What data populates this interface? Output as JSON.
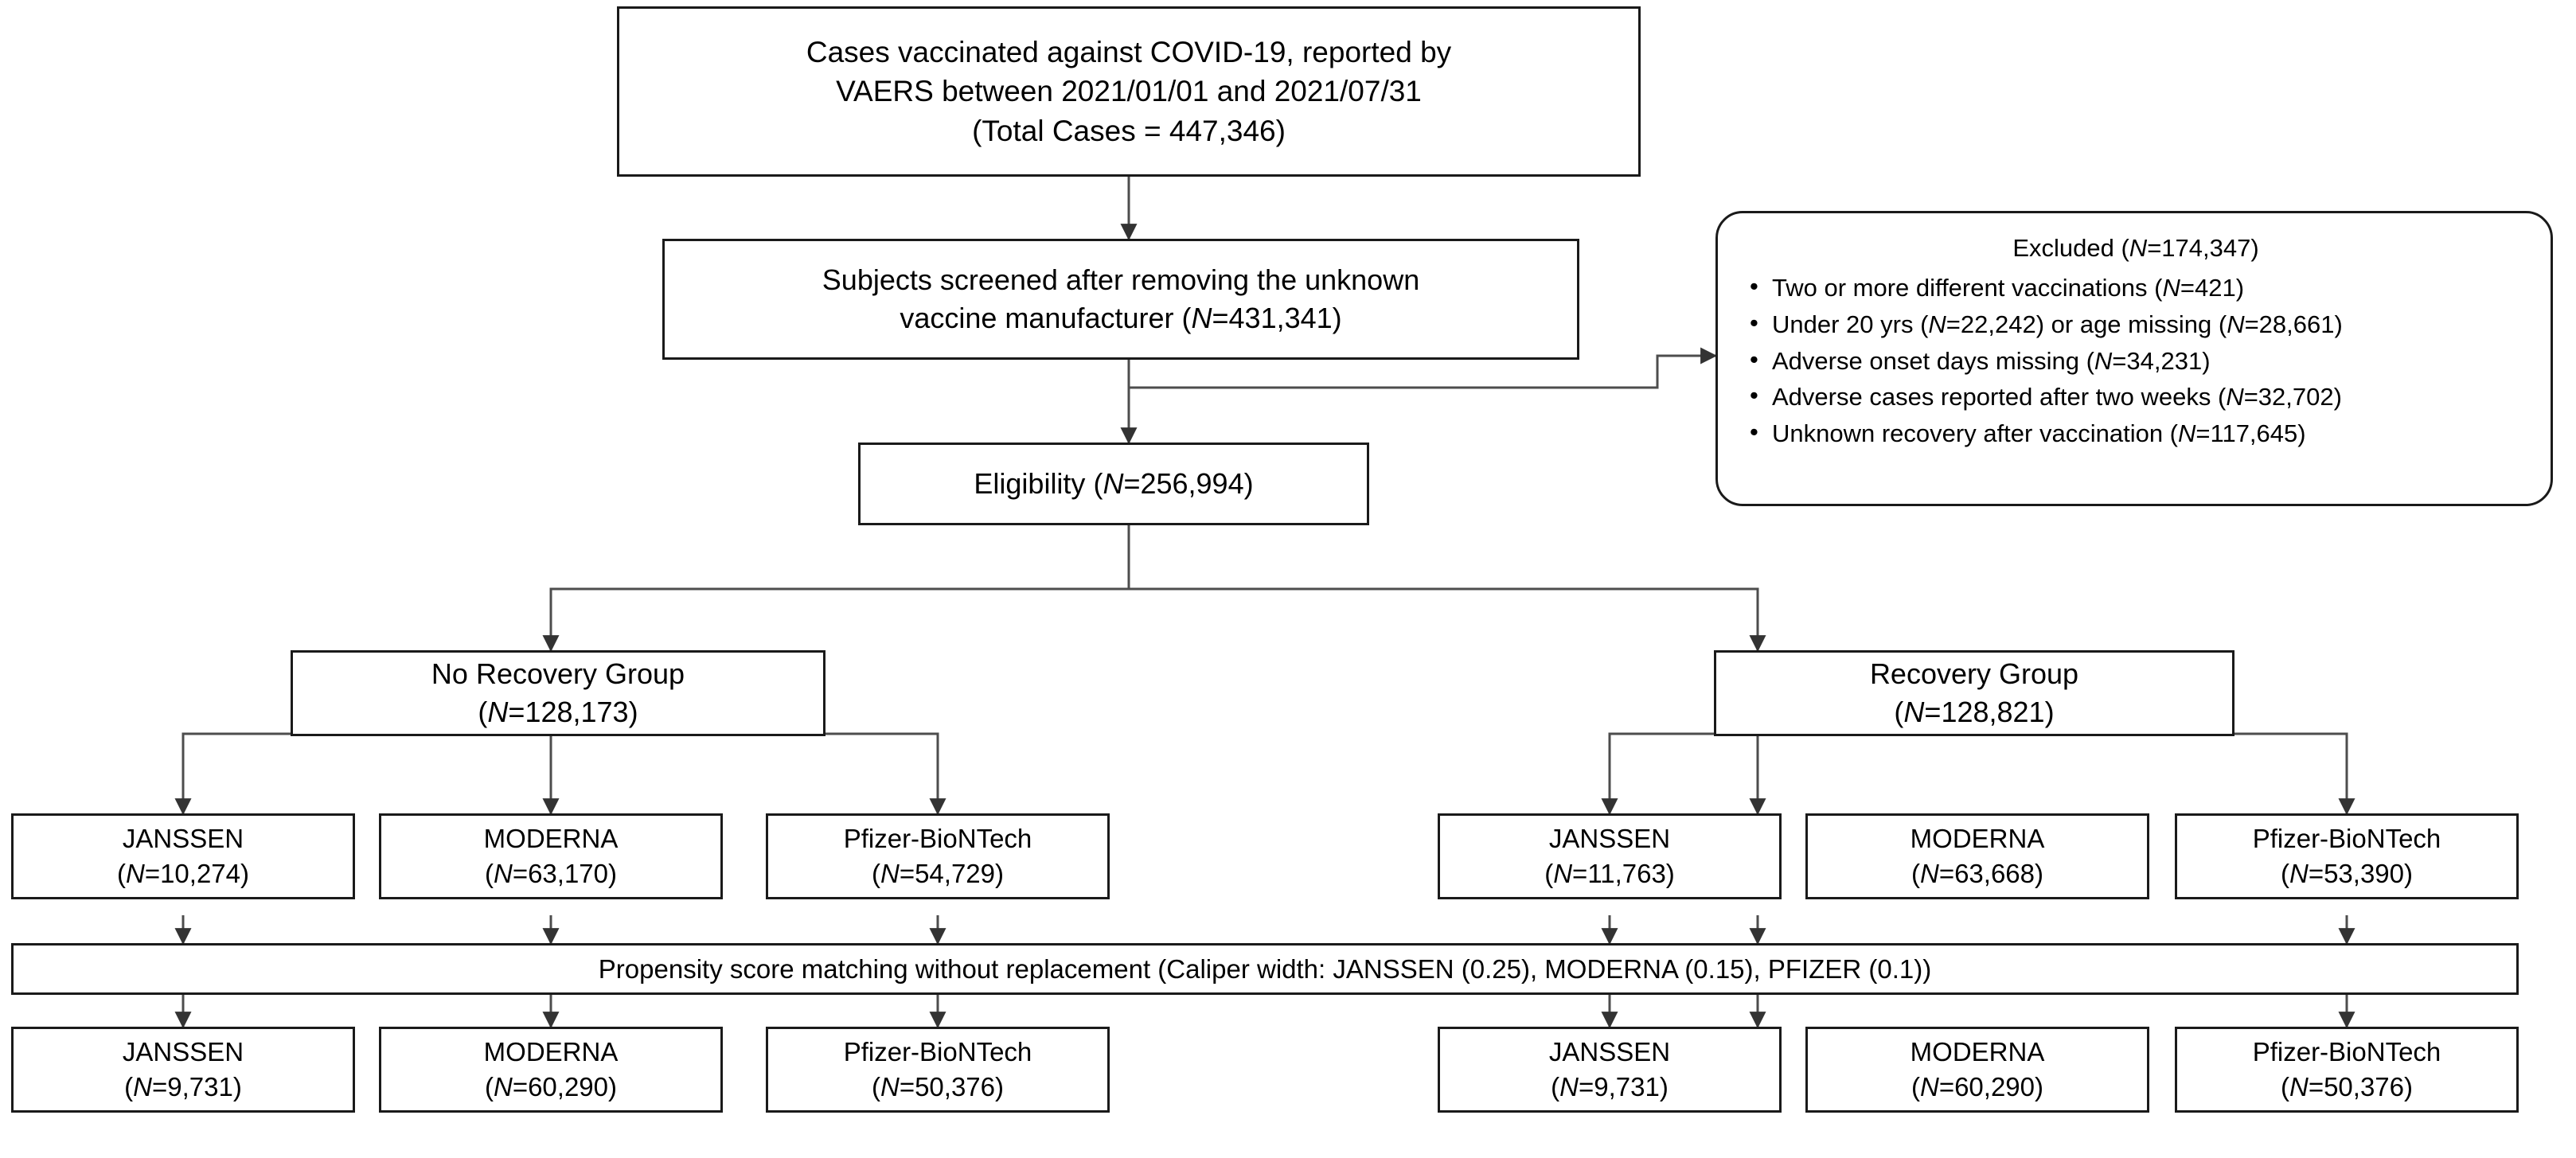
{
  "diagram": {
    "type": "flowchart",
    "title": "VAERS COVID-19 vaccination case selection flow",
    "colors": {
      "stroke": "#1a1a1a",
      "background": "#ffffff",
      "connector": "#4d4d4d"
    },
    "source": {
      "line1": "Cases vaccinated against COVID-19, reported by",
      "line2": "VAERS between 2021/01/01 and 2021/07/31",
      "line3": "(Total Cases = 447,346)",
      "total_cases": "447,346"
    },
    "screened": {
      "line1": "Subjects screened after removing the unknown",
      "line2_pre": "vaccine manufacturer (",
      "line2_italic": "N",
      "line2_post": "=431,341)",
      "n": "431,341"
    },
    "excluded": {
      "title_pre": "Excluded (",
      "title_italic": "N",
      "title_post": "=174,347)",
      "n": "174,347",
      "items": [
        {
          "text_pre": "Two or more different vaccinations (",
          "italic": "N",
          "text_post": "=421)",
          "n": "421"
        },
        {
          "text_pre": "Under 20 yrs (",
          "italic": "N",
          "text_mid": "=22,242) or age missing (",
          "italic2": "N",
          "text_post": "=28,661)",
          "n": "22,242",
          "n2": "28,661"
        },
        {
          "text_pre": "Adverse onset days missing (",
          "italic": "N",
          "text_post": "=34,231)",
          "n": "34,231"
        },
        {
          "text_pre": "Adverse cases reported after two weeks (",
          "italic": "N",
          "text_post": "=32,702)",
          "n": "32,702"
        },
        {
          "text_pre": "Unknown recovery after vaccination (",
          "italic": "N",
          "text_post": "=117,645)",
          "n": "117,645"
        }
      ]
    },
    "eligibility": {
      "text_pre": "Eligibility (",
      "text_italic": "N",
      "text_post": "=256,994)",
      "n": "256,994"
    },
    "groups": [
      {
        "name": "No Recovery Group",
        "count_pre": "(",
        "count_italic": "N",
        "count_post": "=128,173)",
        "n": "128,173",
        "arms": [
          {
            "label": "JANSSEN",
            "count_pre": "(",
            "count_italic": "N",
            "count_post": "=10,274)",
            "n": "10,274"
          },
          {
            "label": "MODERNA",
            "count_pre": "(",
            "count_italic": "N",
            "count_post": "=63,170)",
            "n": "63,170"
          },
          {
            "label": "Pfizer-BioNTech",
            "count_pre": "(",
            "count_italic": "N",
            "count_post": "=54,729)",
            "n": "54,729"
          }
        ],
        "matched": [
          {
            "label": "JANSSEN",
            "count_pre": "(",
            "count_italic": "N",
            "count_post": "=9,731)",
            "n": "9,731"
          },
          {
            "label": "MODERNA",
            "count_pre": "(",
            "count_italic": "N",
            "count_post": "=60,290)",
            "n": "60,290"
          },
          {
            "label": "Pfizer-BioNTech",
            "count_pre": "(",
            "count_italic": "N",
            "count_post": "=50,376)",
            "n": "50,376"
          }
        ]
      },
      {
        "name": "Recovery Group",
        "count_pre": "(",
        "count_italic": "N",
        "count_post": "=128,821)",
        "n": "128,821",
        "arms": [
          {
            "label": "JANSSEN",
            "count_pre": "(",
            "count_italic": "N",
            "count_post": "=11,763)",
            "n": "11,763"
          },
          {
            "label": "MODERNA",
            "count_pre": "(",
            "count_italic": "N",
            "count_post": "=63,668)",
            "n": "63,668"
          },
          {
            "label": "Pfizer-BioNTech",
            "count_pre": "(",
            "count_italic": "N",
            "count_post": "=53,390)",
            "n": "53,390"
          }
        ],
        "matched": [
          {
            "label": "JANSSEN",
            "count_pre": "(",
            "count_italic": "N",
            "count_post": "=9,731)",
            "n": "9,731"
          },
          {
            "label": "MODERNA",
            "count_pre": "(",
            "count_italic": "N",
            "count_post": "=60,290)",
            "n": "60,290"
          },
          {
            "label": "Pfizer-BioNTech",
            "count_pre": "(",
            "count_italic": "N",
            "count_post": "=50,376)",
            "n": "50,376"
          }
        ]
      }
    ],
    "matching_bar": {
      "text": "Propensity score matching without replacement (Caliper width: JANSSEN (0.25), MODERNA (0.15), PFIZER (0.1))",
      "calipers": {
        "JANSSEN": "0.25",
        "MODERNA": "0.15",
        "PFIZER": "0.1"
      }
    }
  }
}
